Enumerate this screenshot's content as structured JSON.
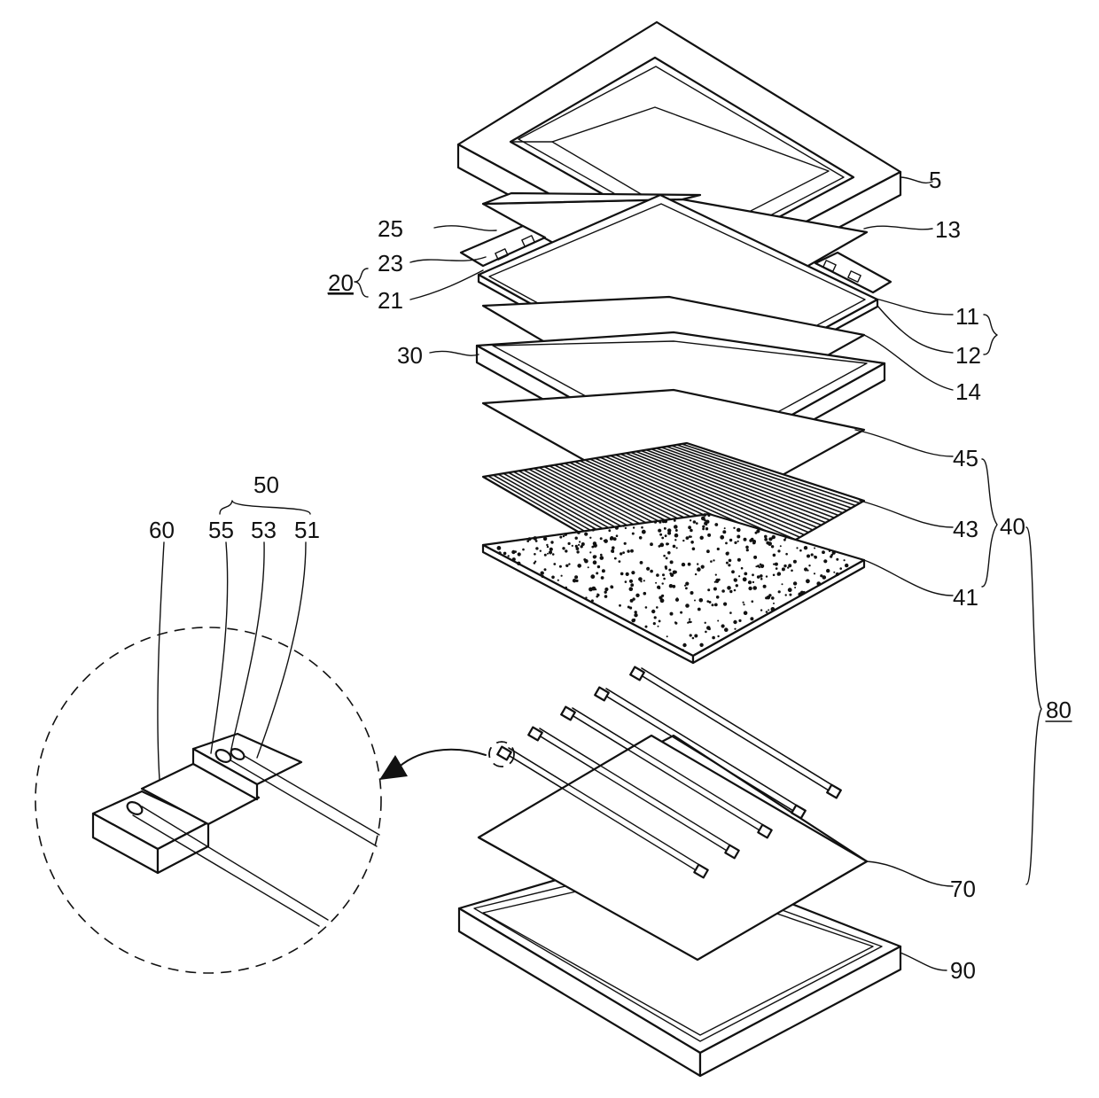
{
  "labels": {
    "l5": "5",
    "l13": "13",
    "l25": "25",
    "l23": "23",
    "l20": "20",
    "l21": "21",
    "l11": "11",
    "l12": "12",
    "l30": "30",
    "l14": "14",
    "l45": "45",
    "l43": "43",
    "l40": "40",
    "l41": "41",
    "l50": "50",
    "l60": "60",
    "l55": "55",
    "l53": "53",
    "l51": "51",
    "l80": "80",
    "l70": "70",
    "l90": "90"
  }
}
